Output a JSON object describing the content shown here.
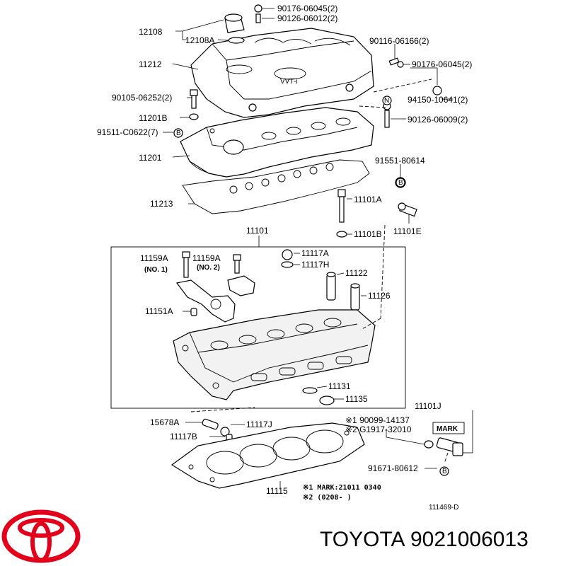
{
  "labels": {
    "p12108": "12108",
    "p12108a": "12108A",
    "p90176a": "90176-06045(2)",
    "p90126a": "90126-06012(2)",
    "p90116": "90116-06166(2)",
    "p90176b": "90176-06045(2)",
    "p11212": "11212",
    "p90105": "90105-06252(2)",
    "p94150": "94150-10641(2)",
    "p11201b": "11201B",
    "p90126b": "90126-06009(2)",
    "p91511": "91511-C0622(7)",
    "p11201": "11201",
    "p91551": "91551-80614",
    "p11213": "11213",
    "p11101a": "11101A",
    "p11101b": "11101B",
    "p11101e": "11101E",
    "p11101": "11101",
    "p11159a1": "11159A",
    "p11159a1_note": "(NO. 1)",
    "p11159a2": "11159A",
    "p11159a2_note": "(NO. 2)",
    "p11117a": "11117A",
    "p11117h": "11117H",
    "p11122": "11122",
    "p11126": "11126",
    "p11151a": "11151A",
    "p11131": "11131",
    "p11135": "11135",
    "p15678a": "15678A",
    "p11117j": "11117J",
    "p11117b": "11117B",
    "p11101j": "11101J",
    "p90099": "※1 90099-14137",
    "pg1917": "※2 G1917-32010",
    "mark_box": "MARK",
    "p91671": "91671-80612",
    "p11115": "11115",
    "note1": "※1  MARK:21011  0340",
    "note2": "※2  (0208-        )",
    "drawing_no": "111469-D",
    "badge_b": "B",
    "badge_n": "N"
  },
  "brand": {
    "name": "TOYOTA",
    "part_number": "9021006013",
    "logo_color": "#e2001a"
  },
  "logo_text": "VVT-i"
}
